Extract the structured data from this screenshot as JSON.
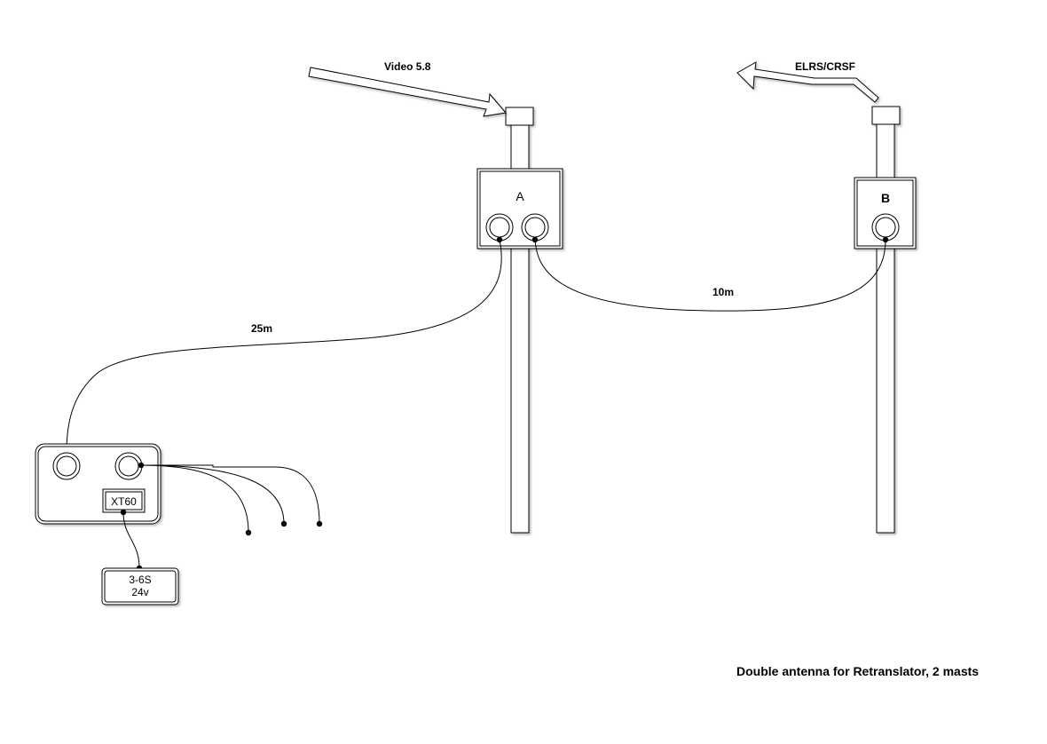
{
  "diagram": {
    "caption": "Double antenna for Retranslator, 2 masts",
    "signals": {
      "video": "Video 5.8",
      "control": "ELRS/CRSF"
    },
    "boxes": {
      "a_label": "A",
      "b_label": "B"
    },
    "cables": {
      "long": "25m",
      "short": "10m"
    },
    "base_unit": {
      "connector": "XT60"
    },
    "battery": {
      "line1": "3-6S",
      "line2": "24v"
    }
  }
}
